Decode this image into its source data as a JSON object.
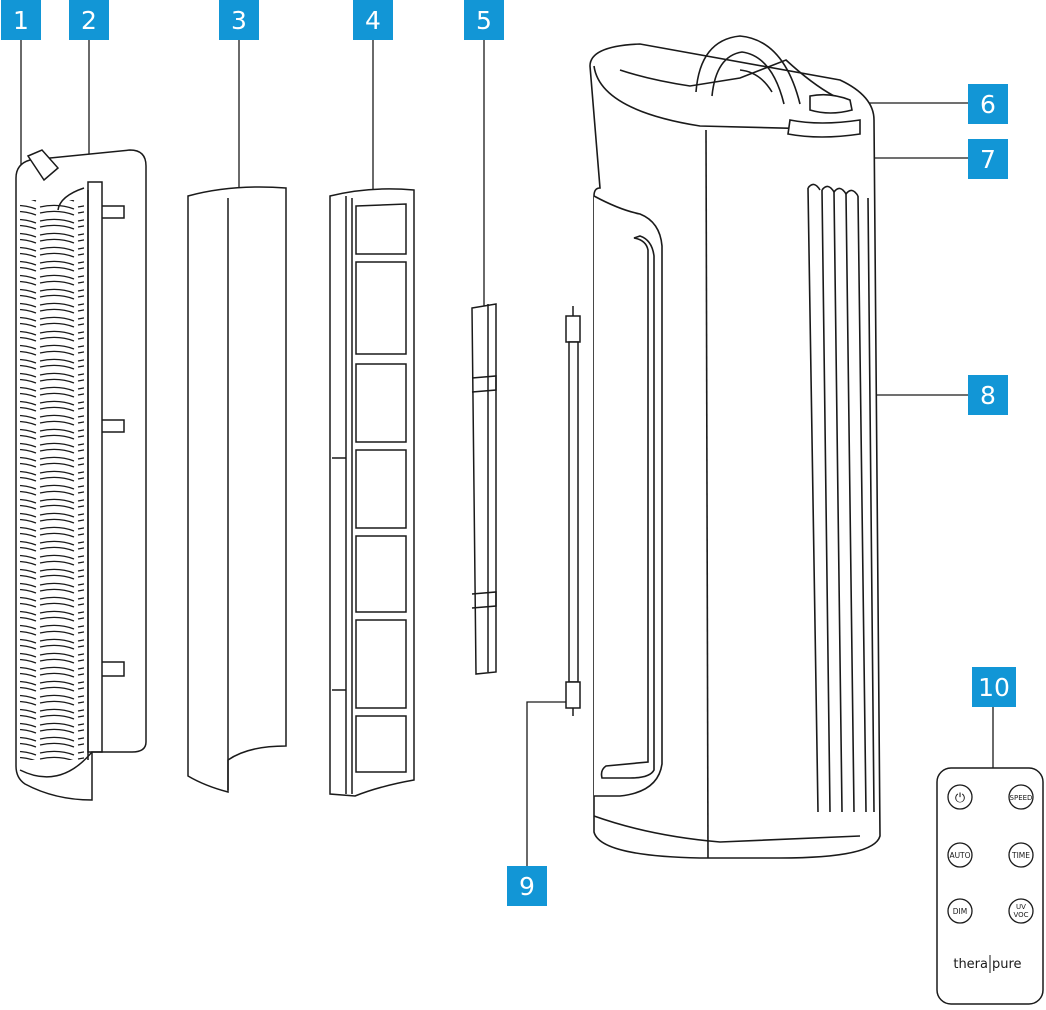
{
  "callouts": [
    {
      "id": "1",
      "label": "1"
    },
    {
      "id": "2",
      "label": "2"
    },
    {
      "id": "3",
      "label": "3"
    },
    {
      "id": "4",
      "label": "4"
    },
    {
      "id": "5",
      "label": "5"
    },
    {
      "id": "6",
      "label": "6"
    },
    {
      "id": "7",
      "label": "7"
    },
    {
      "id": "8",
      "label": "8"
    },
    {
      "id": "9",
      "label": "9"
    },
    {
      "id": "10",
      "label": "10"
    }
  ],
  "remote": {
    "buttons": {
      "power": "⏻",
      "speed": "SPEED",
      "auto": "AUTO",
      "time": "TIME",
      "dim": "DIM",
      "uv_line1": "UV",
      "uv_line2": "VOC"
    },
    "brand_left": "thera",
    "brand_right": "pure"
  },
  "colors": {
    "callout": "#1296d6",
    "line": "#1a1a1a"
  }
}
